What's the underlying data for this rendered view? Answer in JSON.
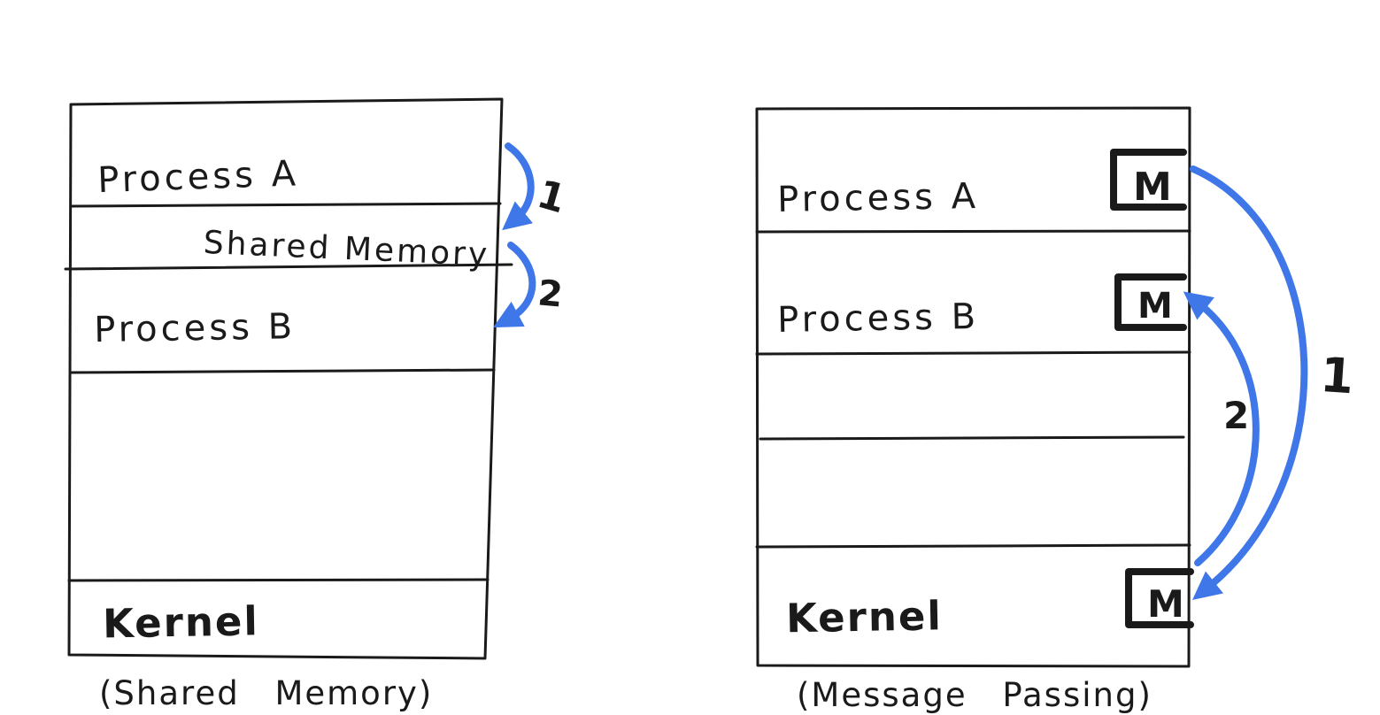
{
  "colors": {
    "ink": "#1a1a1a",
    "blue": "#3f76e8",
    "orange": "#e8a449",
    "background": "#ffffff"
  },
  "left_diagram": {
    "title_caption": "(Shared Memory)",
    "sections": {
      "process_a": "Process A",
      "shared_memory": "Shared Memory",
      "process_b": "Process B",
      "kernel": "Kernel"
    },
    "arrows": {
      "step_1_label": "1",
      "step_2_label": "2"
    }
  },
  "right_diagram": {
    "title_caption": "(Message Passing)",
    "sections": {
      "process_a": "Process A",
      "process_b": "Process B",
      "kernel": "Kernel"
    },
    "message_letter": "M",
    "arrows": {
      "step_1_label": "1",
      "step_2_label": "2"
    }
  }
}
